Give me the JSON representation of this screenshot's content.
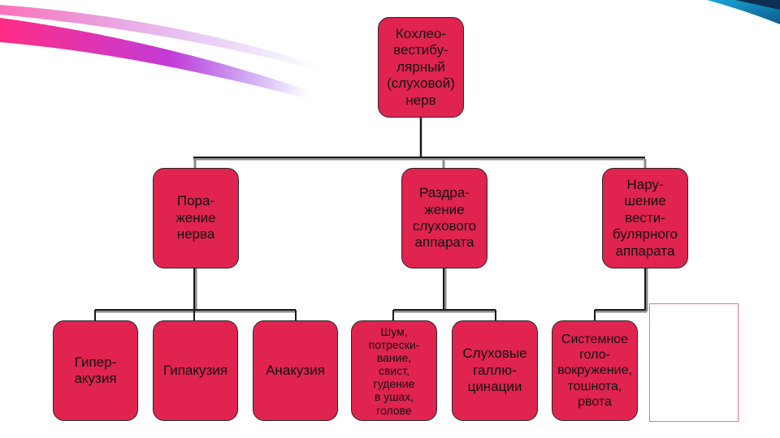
{
  "diagram": {
    "root": {
      "label": "Кохлео-\nвестибу-\nлярный\n(слуховой)\nнерв"
    },
    "branches": [
      {
        "label": "Пора-\nжение\nнерва",
        "children": [
          "Гипер-\nакузия",
          "Гипакузия",
          "Анакузия"
        ]
      },
      {
        "label": "Раздра-\nжение\nслухового\nаппарата",
        "children": [
          "Шум,\nпотрески-\nвание,\nсвист,\nгудение\nв ушах,\nголове",
          "Слуховые\nгаллю-\nцинации"
        ]
      },
      {
        "label": "Нару-\nшение\nвести-\nбулярного\nаппарата",
        "children": [
          "Системное\nголо-\nвокружение,\nтошнота,\nрвота"
        ]
      }
    ]
  },
  "colors": {
    "node_fill": "#e0234f",
    "node_border": "#2a2a2a",
    "empty_box_border": "#e07a8a"
  }
}
